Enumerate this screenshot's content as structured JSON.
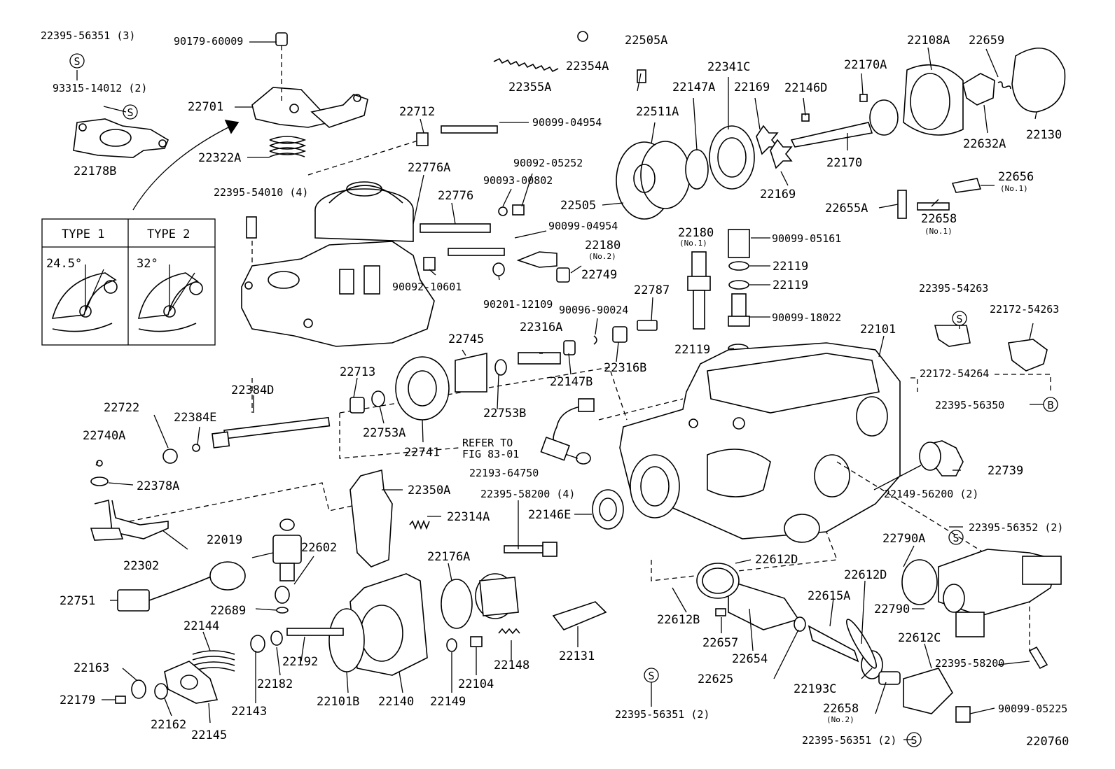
{
  "diagram": {
    "figure_number": "220760",
    "type_box": {
      "type1_label": "TYPE 1",
      "type2_label": "TYPE 2",
      "type1_angle": "24.5°",
      "type2_angle": "32°"
    },
    "refer_note_line1": "REFER TO",
    "refer_note_line2": "FIG 83-01",
    "labels": {
      "l22395_56351_3": "22395-56351 (3)",
      "l90179_60009": "90179-60009",
      "l93315_14012_2": "93315-14012 (2)",
      "l22701": "22701",
      "l22322A": "22322A",
      "l22178B": "22178B",
      "l22355A": "22355A",
      "l22354A": "22354A",
      "l22505A": "22505A",
      "l22341C": "22341C",
      "l22147A": "22147A",
      "l22169a": "22169",
      "l22146D": "22146D",
      "l22170A": "22170A",
      "l22108A": "22108A",
      "l22659": "22659",
      "l22130": "22130",
      "l22632A": "22632A",
      "l22170": "22170",
      "l22511A": "22511A",
      "l22712": "22712",
      "l90099_04954a": "90099-04954",
      "l22776A": "22776A",
      "l90092_05252": "90092-05252",
      "l90093_00802": "90093-00802",
      "l22776": "22776",
      "l22505": "22505",
      "l22169b": "22169",
      "l22656": "22656",
      "l22656_sub": "(No.1)",
      "l22655A": "22655A",
      "l22658a": "22658",
      "l22658a_sub": "(No.1)",
      "l22395_54010_4": "22395-54010 (4)",
      "l90099_04954b": "90099-04954",
      "l22180a": "22180",
      "l22180a_sub": "(No.2)",
      "l22180b": "22180",
      "l22180b_sub": "(No.1)",
      "l90099_05161": "90099-05161",
      "l22119a": "22119",
      "l22119b": "22119",
      "l22749": "22749",
      "l90092_10601": "90092-10601",
      "l90201_12109": "90201-12109",
      "l22787": "22787",
      "l90096_90024": "90096-90024",
      "l90099_18022": "90099-18022",
      "l22395_54263": "22395-54263",
      "l22172_54263": "22172-54263",
      "l22316A": "22316A",
      "l22745": "22745",
      "l22119c": "22119",
      "l22101": "22101",
      "l22713": "22713",
      "l22147B": "22147B",
      "l22316B": "22316B",
      "l22172_54264": "22172-54264",
      "l22384D": "22384D",
      "l22722": "22722",
      "l22384E": "22384E",
      "l22753A": "22753A",
      "l22753B": "22753B",
      "l22395_56350": "22395-56350",
      "l22740A": "22740A",
      "l22741": "22741",
      "l22193_64750": "22193-64750",
      "l22378A": "22378A",
      "l22739": "22739",
      "l22350A": "22350A",
      "l22395_58200_4": "22395-58200 (4)",
      "l22149_56200_2": "22149-56200 (2)",
      "l22314A": "22314A",
      "l22146E": "22146E",
      "l22395_56352_2": "22395-56352 (2)",
      "l22302": "22302",
      "l22019": "22019",
      "l22602": "22602",
      "l22176A": "22176A",
      "l22790A": "22790A",
      "l22612Da": "22612D",
      "l22612Db": "22612D",
      "l22751": "22751",
      "l22689": "22689",
      "l22615A": "22615A",
      "l22790": "22790",
      "l22144": "22144",
      "l22612B": "22612B",
      "l22612C": "22612C",
      "l22657": "22657",
      "l22131": "22131",
      "l22163": "22163",
      "l22192": "22192",
      "l22148": "22148",
      "l22654": "22654",
      "l22395_58200": "22395-58200",
      "l22179": "22179",
      "l22182": "22182",
      "l22104": "22104",
      "l22625": "22625",
      "l22193C": "22193C",
      "l22143": "22143",
      "l22101B": "22101B",
      "l22140": "22140",
      "l22149": "22149",
      "l22658b": "22658",
      "l22658b_sub": "(No.2)",
      "l90099_05225": "90099-05225",
      "l22162": "22162",
      "l22145": "22145",
      "l22395_56351_2a": "22395-56351 (2)",
      "l22395_56351_2b": "22395-56351 (2)"
    },
    "markers": {
      "s": "S",
      "b": "B"
    }
  }
}
